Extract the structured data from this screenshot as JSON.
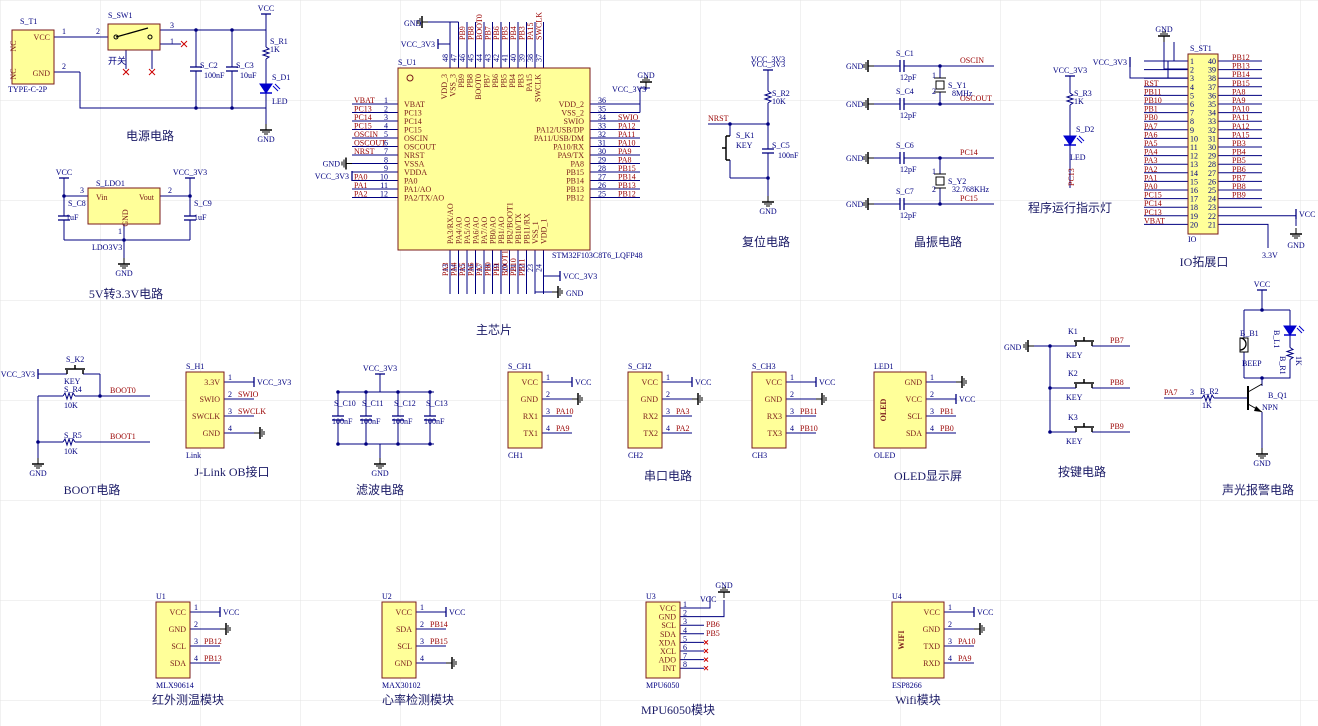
{
  "colors": {
    "background": "#ffffff",
    "grid": "#e3e3e3",
    "chip_fill": "#ffff99",
    "chip_stroke": "#7a1a1a",
    "wire": "#000080",
    "text": "#000080",
    "title": "#1a1a66",
    "pin_text": "#7a1a1a",
    "net_label": "#990000",
    "ground": "#000000",
    "junction": "#000080",
    "led": "#0000cc",
    "part_red": "#cc0000"
  },
  "chip": {
    "ref": "S_U1",
    "part": "STM32F103C8T6_LQFP48",
    "left_pins": [
      {
        "name": "VBAT",
        "num": "1",
        "net": "VBAT"
      },
      {
        "name": "PC13",
        "num": "2",
        "net": "PC13"
      },
      {
        "name": "PC14",
        "num": "3",
        "net": "PC14"
      },
      {
        "name": "PC15",
        "num": "4",
        "net": "PC15"
      },
      {
        "name": "OSCIN",
        "num": "5",
        "net": "OSCIN"
      },
      {
        "name": "OSCOUT",
        "num": "6",
        "net": "OSCOUT"
      },
      {
        "name": "NRST",
        "num": "7",
        "net": "NRST"
      },
      {
        "name": "VSSA",
        "num": "8",
        "net": "GND"
      },
      {
        "name": "VDDA",
        "num": "9",
        "net": ""
      },
      {
        "name": "PA0",
        "num": "10",
        "net": "PA0"
      },
      {
        "name": "PA1/AO",
        "num": "11",
        "net": "PA1"
      },
      {
        "name": "PA2/TX/AO",
        "num": "12",
        "net": "PA2"
      }
    ],
    "right_pins": [
      {
        "name": "VDD_2",
        "num": "36",
        "net": ""
      },
      {
        "name": "VSS_2",
        "num": "35",
        "net": ""
      },
      {
        "name": "SWIO",
        "num": "34",
        "net": "SWIO"
      },
      {
        "name": "PA12/USB/DP",
        "num": "33",
        "net": "PA12"
      },
      {
        "name": "PA11/USB/DM",
        "num": "32",
        "net": "PA11"
      },
      {
        "name": "PA10/RX",
        "num": "31",
        "net": "PA10"
      },
      {
        "name": "PA9/TX",
        "num": "30",
        "net": "PA9"
      },
      {
        "name": "PA8",
        "num": "29",
        "net": "PA8"
      },
      {
        "name": "PB15",
        "num": "28",
        "net": "PB15"
      },
      {
        "name": "PB14",
        "num": "27",
        "net": "PB14"
      },
      {
        "name": "PB13",
        "num": "26",
        "net": "PB13"
      },
      {
        "name": "PB12",
        "num": "25",
        "net": "PB12"
      }
    ],
    "top_pins": [
      {
        "name": "VDD_3",
        "num": "48",
        "net": ""
      },
      {
        "name": "VSS_3",
        "num": "47",
        "net": ""
      },
      {
        "name": "PB9",
        "num": "46",
        "net": "PB9"
      },
      {
        "name": "PB8",
        "num": "45",
        "net": "PB8"
      },
      {
        "name": "BOOT0",
        "num": "44",
        "net": "BOOT0"
      },
      {
        "name": "PB7",
        "num": "43",
        "net": "PB7"
      },
      {
        "name": "PB6",
        "num": "42",
        "net": "PB6"
      },
      {
        "name": "PB5",
        "num": "41",
        "net": "PB5"
      },
      {
        "name": "PB4",
        "num": "40",
        "net": "PB4"
      },
      {
        "name": "PB3",
        "num": "39",
        "net": "PB3"
      },
      {
        "name": "PA15",
        "num": "38",
        "net": "PA15"
      },
      {
        "name": "SWCLK",
        "num": "37",
        "net": "SWCLK"
      }
    ],
    "bottom_pins": [
      {
        "name": "PA3/RX/AO",
        "num": "13",
        "net": "PA3"
      },
      {
        "name": "PA4/AO",
        "num": "14",
        "net": "PA4"
      },
      {
        "name": "PA5/AO",
        "num": "15",
        "net": "PA5"
      },
      {
        "name": "PA6/AO",
        "num": "16",
        "net": "PA6"
      },
      {
        "name": "PA7/AO",
        "num": "17",
        "net": "PA7"
      },
      {
        "name": "PB0/AO",
        "num": "18",
        "net": "PB0"
      },
      {
        "name": "PB1/AO",
        "num": "19",
        "net": "PB1"
      },
      {
        "name": "PB2/BOOT1",
        "num": "20",
        "net": "BOOT1"
      },
      {
        "name": "PB10/TX",
        "num": "21",
        "net": "PB10"
      },
      {
        "name": "PB11/RX",
        "num": "22",
        "net": "PB11"
      },
      {
        "name": "VSS_1",
        "num": "23",
        "net": ""
      },
      {
        "name": "VDD_1",
        "num": "24",
        "net": ""
      }
    ],
    "extra_labels": {
      "gnd_top": "GND",
      "vcc_top": "VCC_3V3",
      "vcc_right": "VCC_3V3",
      "gnd_right": "GND",
      "vcc_left": "VCC_3V3",
      "gnd_left": "GND",
      "vcc_bottom": "VCC_3V3",
      "gnd_bottom": "GND"
    }
  },
  "power": {
    "connector_ref": "S_T1",
    "connector_part": "TYPE-C-2P",
    "pin_vcc": "VCC",
    "pin_gnd": "GND",
    "nc1": "NC",
    "nc2": "NC",
    "num1": "1",
    "num2": "2",
    "num3": "2",
    "switch_ref": "S_SW1",
    "switch_name": "开关",
    "sw_pin1": "1",
    "sw_pin3": "3",
    "c2_ref": "S_C2",
    "c2_val": "100nF",
    "c3_ref": "S_C3",
    "c3_val": "10uF",
    "r1_ref": "S_R1",
    "r1_val": "1K",
    "d1_ref": "S_D1",
    "d1_name": "LED",
    "vcc_label": "VCC",
    "gnd_label": "GND"
  },
  "ldo": {
    "ref": "S_LDO1",
    "part": "LDO3V3",
    "pin_in": "Vin",
    "pin_out": "Vout",
    "pin_gnd": "GND",
    "num_in": "3",
    "num_out": "2",
    "num_gnd": "1",
    "c8_ref": "S_C8",
    "c8_val": "1uF",
    "c9_ref": "S_C9",
    "c9_val": "1uF",
    "vcc_in": "VCC",
    "vcc_out": "VCC_3V3",
    "gnd_label": "GND"
  },
  "reset": {
    "vcc": "VCC_3V3",
    "r2_ref": "S_R2",
    "r2_val": "10K",
    "net": "NRST",
    "k1_ref": "S_K1",
    "k1_name": "KEY",
    "c5_ref": "S_C5",
    "c5_val": "100nF",
    "gnd_label": "GND"
  },
  "crystal": {
    "c1_ref": "S_C1",
    "c1_val": "12pF",
    "c4_ref": "S_C4",
    "c4_val": "12pF",
    "c6_ref": "S_C6",
    "c6_val": "12pF",
    "c7_ref": "S_C7",
    "c7_val": "12pF",
    "y1_ref": "S_Y1",
    "y1_val": "8MHz",
    "y2_ref": "S_Y2",
    "y2_val": "32.768KHz",
    "net1": "OSCIN",
    "net2": "OSCOUT",
    "net3": "PC14",
    "net4": "PC15",
    "gnd_label": "GND",
    "pin1": "1",
    "pin2": "2"
  },
  "run_led": {
    "vcc": "VCC_3V3",
    "r3_ref": "S_R3",
    "r3_val": "1K",
    "d2_ref": "S_D2",
    "d2_name": "LED",
    "net": "PC13"
  },
  "io_header": {
    "ref": "S_ST1",
    "part": "IO",
    "vcc_left": "VCC_3V3",
    "gnd_top": "GND",
    "vcc_right": "VCC",
    "gnd_right": "GND",
    "v33": "3.3V",
    "left_nets": [
      "",
      "",
      "",
      "RST",
      "PB11",
      "PB10",
      "PB1",
      "PB0",
      "PA7",
      "PA6",
      "PA5",
      "PA4",
      "PA3",
      "PA2",
      "PA1",
      "PA0",
      "PC15",
      "PC14",
      "PC13",
      "VBAT"
    ],
    "left_nums": [
      "1",
      "2",
      "3",
      "4",
      "5",
      "6",
      "7",
      "8",
      "9",
      "10",
      "11",
      "12",
      "13",
      "14",
      "15",
      "16",
      "17",
      "18",
      "19",
      "20"
    ],
    "right_nets": [
      "PB12",
      "PB13",
      "PB14",
      "PB15",
      "PA8",
      "PA9",
      "PA10",
      "PA11",
      "PA12",
      "PA15",
      "PB3",
      "PB4",
      "PB5",
      "PB6",
      "PB7",
      "PB8",
      "PB9",
      "",
      "",
      ""
    ],
    "right_nums": [
      "40",
      "39",
      "38",
      "37",
      "36",
      "35",
      "34",
      "33",
      "32",
      "31",
      "30",
      "29",
      "28",
      "27",
      "26",
      "25",
      "24",
      "23",
      "22",
      "21"
    ]
  },
  "boot": {
    "vcc": "VCC_3V3",
    "k2_ref": "S_K2",
    "k2_name": "KEY",
    "r4_ref": "S_R4",
    "r4_val": "10K",
    "r5_ref": "S_R5",
    "r5_val": "10K",
    "net0": "BOOT0",
    "net1": "BOOT1",
    "gnd_label": "GND"
  },
  "jlink": {
    "ref": "S_H1",
    "part": "Link",
    "pins": [
      "3.3V",
      "SWIO",
      "SWCLK",
      "GND"
    ],
    "nums": [
      "1",
      "2",
      "3",
      "4"
    ],
    "nets": [
      "VCC_3V3",
      "SWIO",
      "SWCLK",
      "GND"
    ]
  },
  "filter": {
    "vcc": "VCC_3V3",
    "refs": [
      "S_C10",
      "S_C11",
      "S_C12",
      "S_C13"
    ],
    "vals": [
      "100nF",
      "100nF",
      "100nF",
      "100nF"
    ],
    "gnd_label": "GND"
  },
  "serial": [
    {
      "ref": "S_CH1",
      "part": "CH1",
      "pins": [
        "VCC",
        "GND",
        "RX1",
        "TX1"
      ],
      "nums": [
        "1",
        "2",
        "3",
        "4"
      ],
      "nets": [
        "VCC",
        "GND",
        "PA10",
        "PA9"
      ]
    },
    {
      "ref": "S_CH2",
      "part": "CH2",
      "pins": [
        "VCC",
        "GND",
        "RX2",
        "TX2"
      ],
      "nums": [
        "1",
        "2",
        "3",
        "4"
      ],
      "nets": [
        "VCC",
        "GND",
        "PA3",
        "PA2"
      ]
    },
    {
      "ref": "S_CH3",
      "part": "CH3",
      "pins": [
        "VCC",
        "GND",
        "RX3",
        "TX3"
      ],
      "nums": [
        "1",
        "2",
        "3",
        "4"
      ],
      "nets": [
        "VCC",
        "GND",
        "PB11",
        "PB10"
      ]
    }
  ],
  "oled": {
    "ref": "LED1",
    "part": "OLED",
    "body": "OLED",
    "pins": [
      "GND",
      "VCC",
      "SCL",
      "SDA"
    ],
    "nums": [
      "1",
      "2",
      "3",
      "4"
    ],
    "nets": [
      "GND",
      "VCC",
      "PB1",
      "PB0"
    ]
  },
  "keys": {
    "gnd_label": "GND",
    "refs": [
      "K1",
      "K2",
      "K3"
    ],
    "names": [
      "KEY",
      "KEY",
      "KEY"
    ],
    "nets": [
      "PB7",
      "PB8",
      "PB9"
    ]
  },
  "alarm": {
    "vcc": "VCC",
    "b1_ref": "B_B1",
    "b1_name": "BEEP",
    "l1_ref": "B_L1",
    "r1_ref": "B_R1",
    "r1_val": "1K",
    "net": "PA7",
    "r2_ref": "B_R2",
    "r2_val": "1K",
    "q1_ref": "B_Q1",
    "q1_name": "NPN",
    "gnd_label": "GND",
    "num": "3"
  },
  "modules": [
    {
      "ref": "U1",
      "part": "MLX90614",
      "pins": [
        "VCC",
        "GND",
        "SCL",
        "SDA"
      ],
      "nums": [
        "1",
        "2",
        "3",
        "4"
      ],
      "nets": [
        "VCC",
        "GND",
        "PB12",
        "PB13"
      ]
    },
    {
      "ref": "U2",
      "part": "MAX30102",
      "pins": [
        "VCC",
        "SDA",
        "SCL",
        "GND"
      ],
      "nums": [
        "1",
        "2",
        "3",
        "4"
      ],
      "nets": [
        "VCC",
        "PB14",
        "PB15",
        "GND"
      ]
    },
    {
      "ref": "U4",
      "part": "ESP8266",
      "body": "WIFI",
      "pins": [
        "VCC",
        "GND",
        "TXD",
        "RXD"
      ],
      "nums": [
        "1",
        "2",
        "3",
        "4"
      ],
      "nets": [
        "VCC",
        "GND",
        "PA10",
        "PA9"
      ]
    }
  ],
  "mpu": {
    "ref": "U3",
    "part": "MPU6050",
    "pins": [
      "VCC",
      "GND",
      "SCL",
      "SDA",
      "XDA",
      "XCL",
      "ADO",
      "INT"
    ],
    "nums": [
      "1",
      "2",
      "3",
      "4",
      "5",
      "6",
      "7",
      "8"
    ],
    "nets": [
      "VCC",
      "GND",
      "PB6",
      "PB5",
      "",
      "",
      "",
      ""
    ]
  },
  "titles": {
    "power": "电源电路",
    "ldo": "5V转3.3V电路",
    "main": "主芯片",
    "reset": "复位电路",
    "crystal": "晶振电路",
    "run_led": "程序运行指示灯",
    "io": "IO拓展口",
    "boot": "BOOT电路",
    "jlink": "J-Link OB接口",
    "filter": "滤波电路",
    "serial": "串口电路",
    "oled": "OLED显示屏",
    "keys": "按键电路",
    "alarm": "声光报警电路",
    "ir_temp": "红外测温模块",
    "heart": "心率检测模块",
    "mpu": "MPU6050模块",
    "wifi": "Wifi模块"
  }
}
